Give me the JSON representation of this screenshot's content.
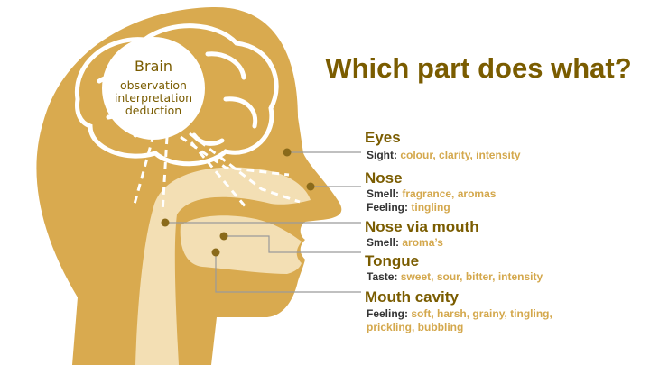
{
  "title": "Which part does what?",
  "brain": {
    "title": "Brain",
    "lines": [
      "observation",
      "interpretation",
      "deduction"
    ]
  },
  "labels": [
    {
      "name": "Eyes",
      "rows": [
        {
          "key": "Sight:",
          "value": "colour, clarity, intensity"
        }
      ]
    },
    {
      "name": "Nose",
      "rows": [
        {
          "key": "Smell:",
          "value": "fragrance, aromas"
        },
        {
          "key": "Feeling:",
          "value": "tingling"
        }
      ]
    },
    {
      "name": "Nose via mouth",
      "rows": [
        {
          "key": "Smell:",
          "value": "aroma’s"
        }
      ]
    },
    {
      "name": "Tongue",
      "rows": [
        {
          "key": "Taste:",
          "value": "sweet, sour, bitter, intensity"
        }
      ]
    },
    {
      "name": "Mouth cavity",
      "rows": [
        {
          "key": "Feeling:",
          "value": "soft, harsh, grainy, tingling,"
        },
        {
          "key": "",
          "value": "prickling, bubbling"
        }
      ]
    }
  ],
  "colors": {
    "head": "#d9aa4f",
    "inner": "#f3dfb4",
    "title": "#7a5c00",
    "accent": "#d4a84d",
    "dot": "#8a6a1a",
    "leader": "#9a9a9a"
  }
}
